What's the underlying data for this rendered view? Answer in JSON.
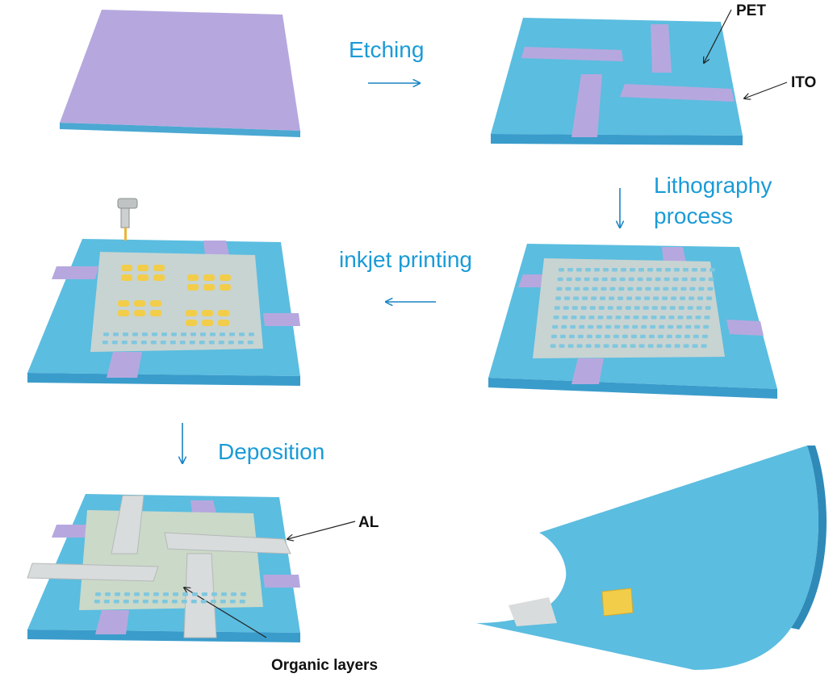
{
  "steps": {
    "etching": "Etching",
    "lithography_line1": "Lithography",
    "lithography_line2": "process",
    "inkjet": "inkjet printing",
    "deposition": "Deposition"
  },
  "callouts": {
    "pet": "PET",
    "ito": "ITO",
    "al": "AL",
    "organic": "Organic layers"
  },
  "colors": {
    "pet_substrate": "#5bbde0",
    "pet_edge": "#2f92bd",
    "ito": "#b6a8de",
    "resist": "#c8d4d2",
    "organic_drop": "#f2cd4a",
    "aluminum": "#d9dcdc",
    "label_blue": "#1a9bd7"
  }
}
